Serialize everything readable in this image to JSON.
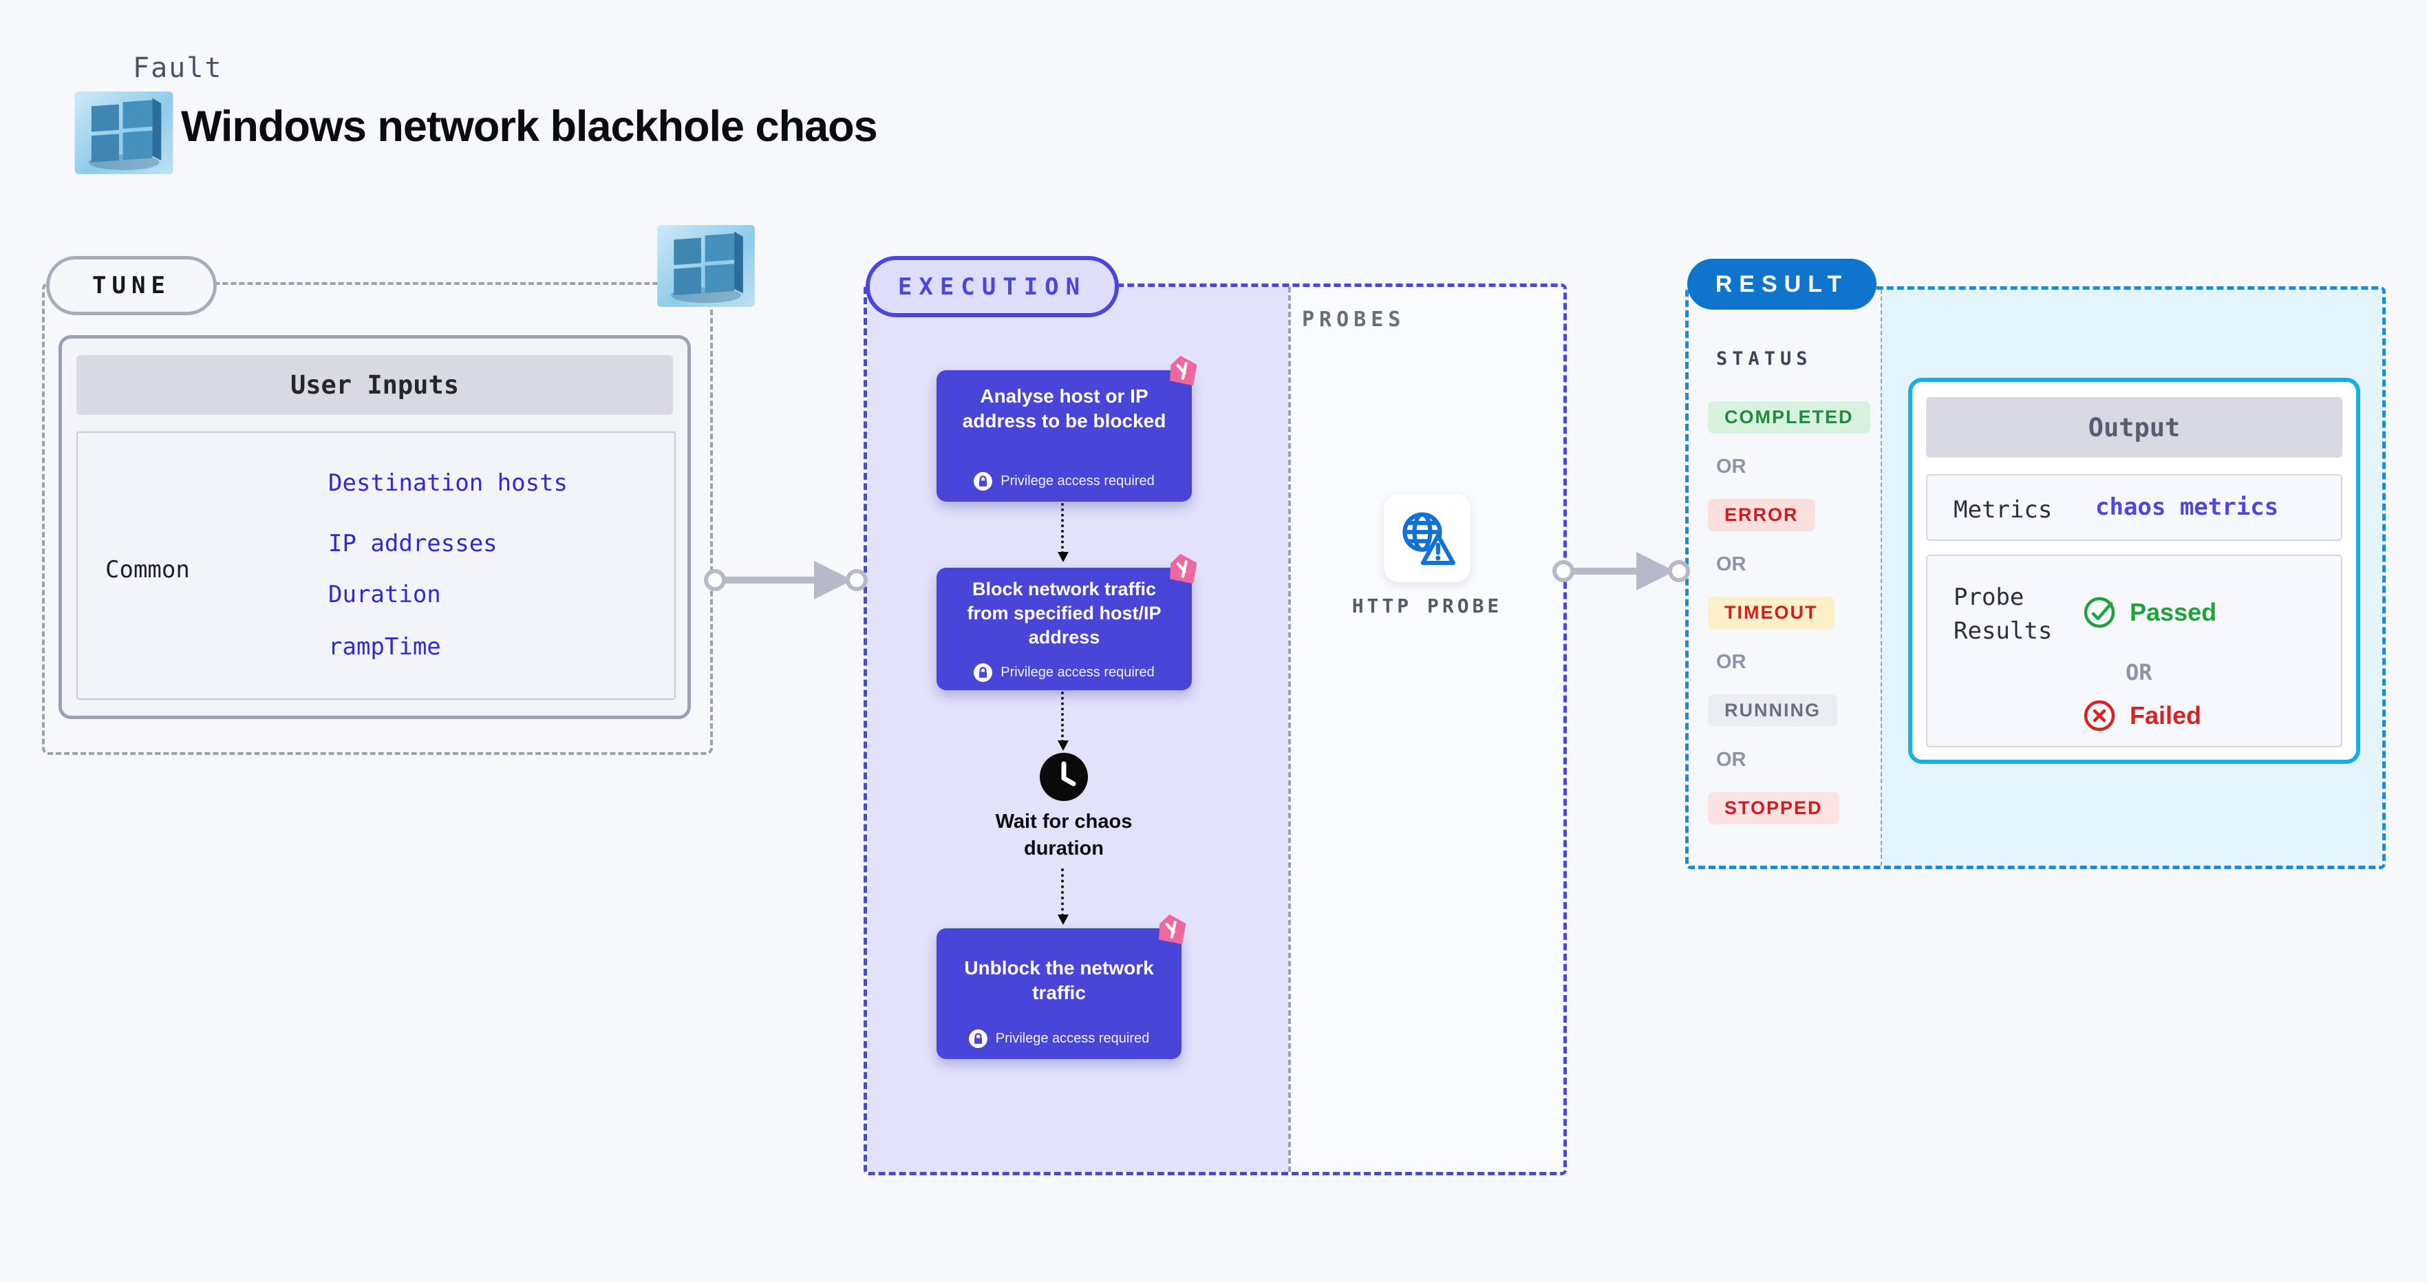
{
  "header": {
    "eyebrow": "Fault",
    "title": "Windows network blackhole chaos"
  },
  "tune": {
    "pill": "TUNE",
    "card_title": "User Inputs",
    "row_label": "Common",
    "inputs": [
      "Destination hosts",
      "IP addresses",
      "Duration",
      "rampTime"
    ]
  },
  "execution": {
    "pill": "EXECUTION",
    "privilege_note": "Privilege access required",
    "steps": [
      {
        "title": "Analyse host or IP address to be blocked"
      },
      {
        "title": "Block network traffic from specified host/IP address"
      },
      {
        "title": "Unblock the network traffic"
      }
    ],
    "wait_label": "Wait for chaos duration"
  },
  "probes": {
    "label": "PROBES",
    "probe_name": "HTTP PROBE"
  },
  "result": {
    "pill": "RESULT",
    "status_title": "STATUS",
    "or_label": "OR",
    "statuses": [
      {
        "label": "COMPLETED",
        "fg": "#1f8b3b",
        "bg": "#d9f2df"
      },
      {
        "label": "ERROR",
        "fg": "#d21c1c",
        "bg": "#fbdfdf"
      },
      {
        "label": "TIMEOUT",
        "fg": "#ce2020",
        "bg": "#fcf0c8"
      },
      {
        "label": "RUNNING",
        "fg": "#6d7080",
        "bg": "#ecedf3"
      },
      {
        "label": "STOPPED",
        "fg": "#d21c1c",
        "bg": "#fbe3e3"
      }
    ],
    "output": {
      "title": "Output",
      "metrics_label": "Metrics",
      "metrics_value": "chaos metrics",
      "probe_label": "Probe Results",
      "passed": "Passed",
      "failed": "Failed"
    }
  },
  "colors": {
    "page_bg": "#f7f8fc",
    "indigo": "#4b46dd",
    "exec_step_bg": "#4a45d9",
    "exec_area_bg": "#e2e2fa",
    "result_pill_bg": "#0f74cc",
    "result_dash": "#1e88d9",
    "output_border": "#17aee3",
    "output_area_bg": "#e4f4fd",
    "link_blue": "#2d2ad6",
    "gray_dash": "#9ba1af",
    "arrow_gray": "#b7b9c8",
    "ribbon_pink": "#f0679e",
    "passed_green": "#1ea23c",
    "failed_red": "#d92121",
    "probe_icon_blue": "#1272d3"
  }
}
